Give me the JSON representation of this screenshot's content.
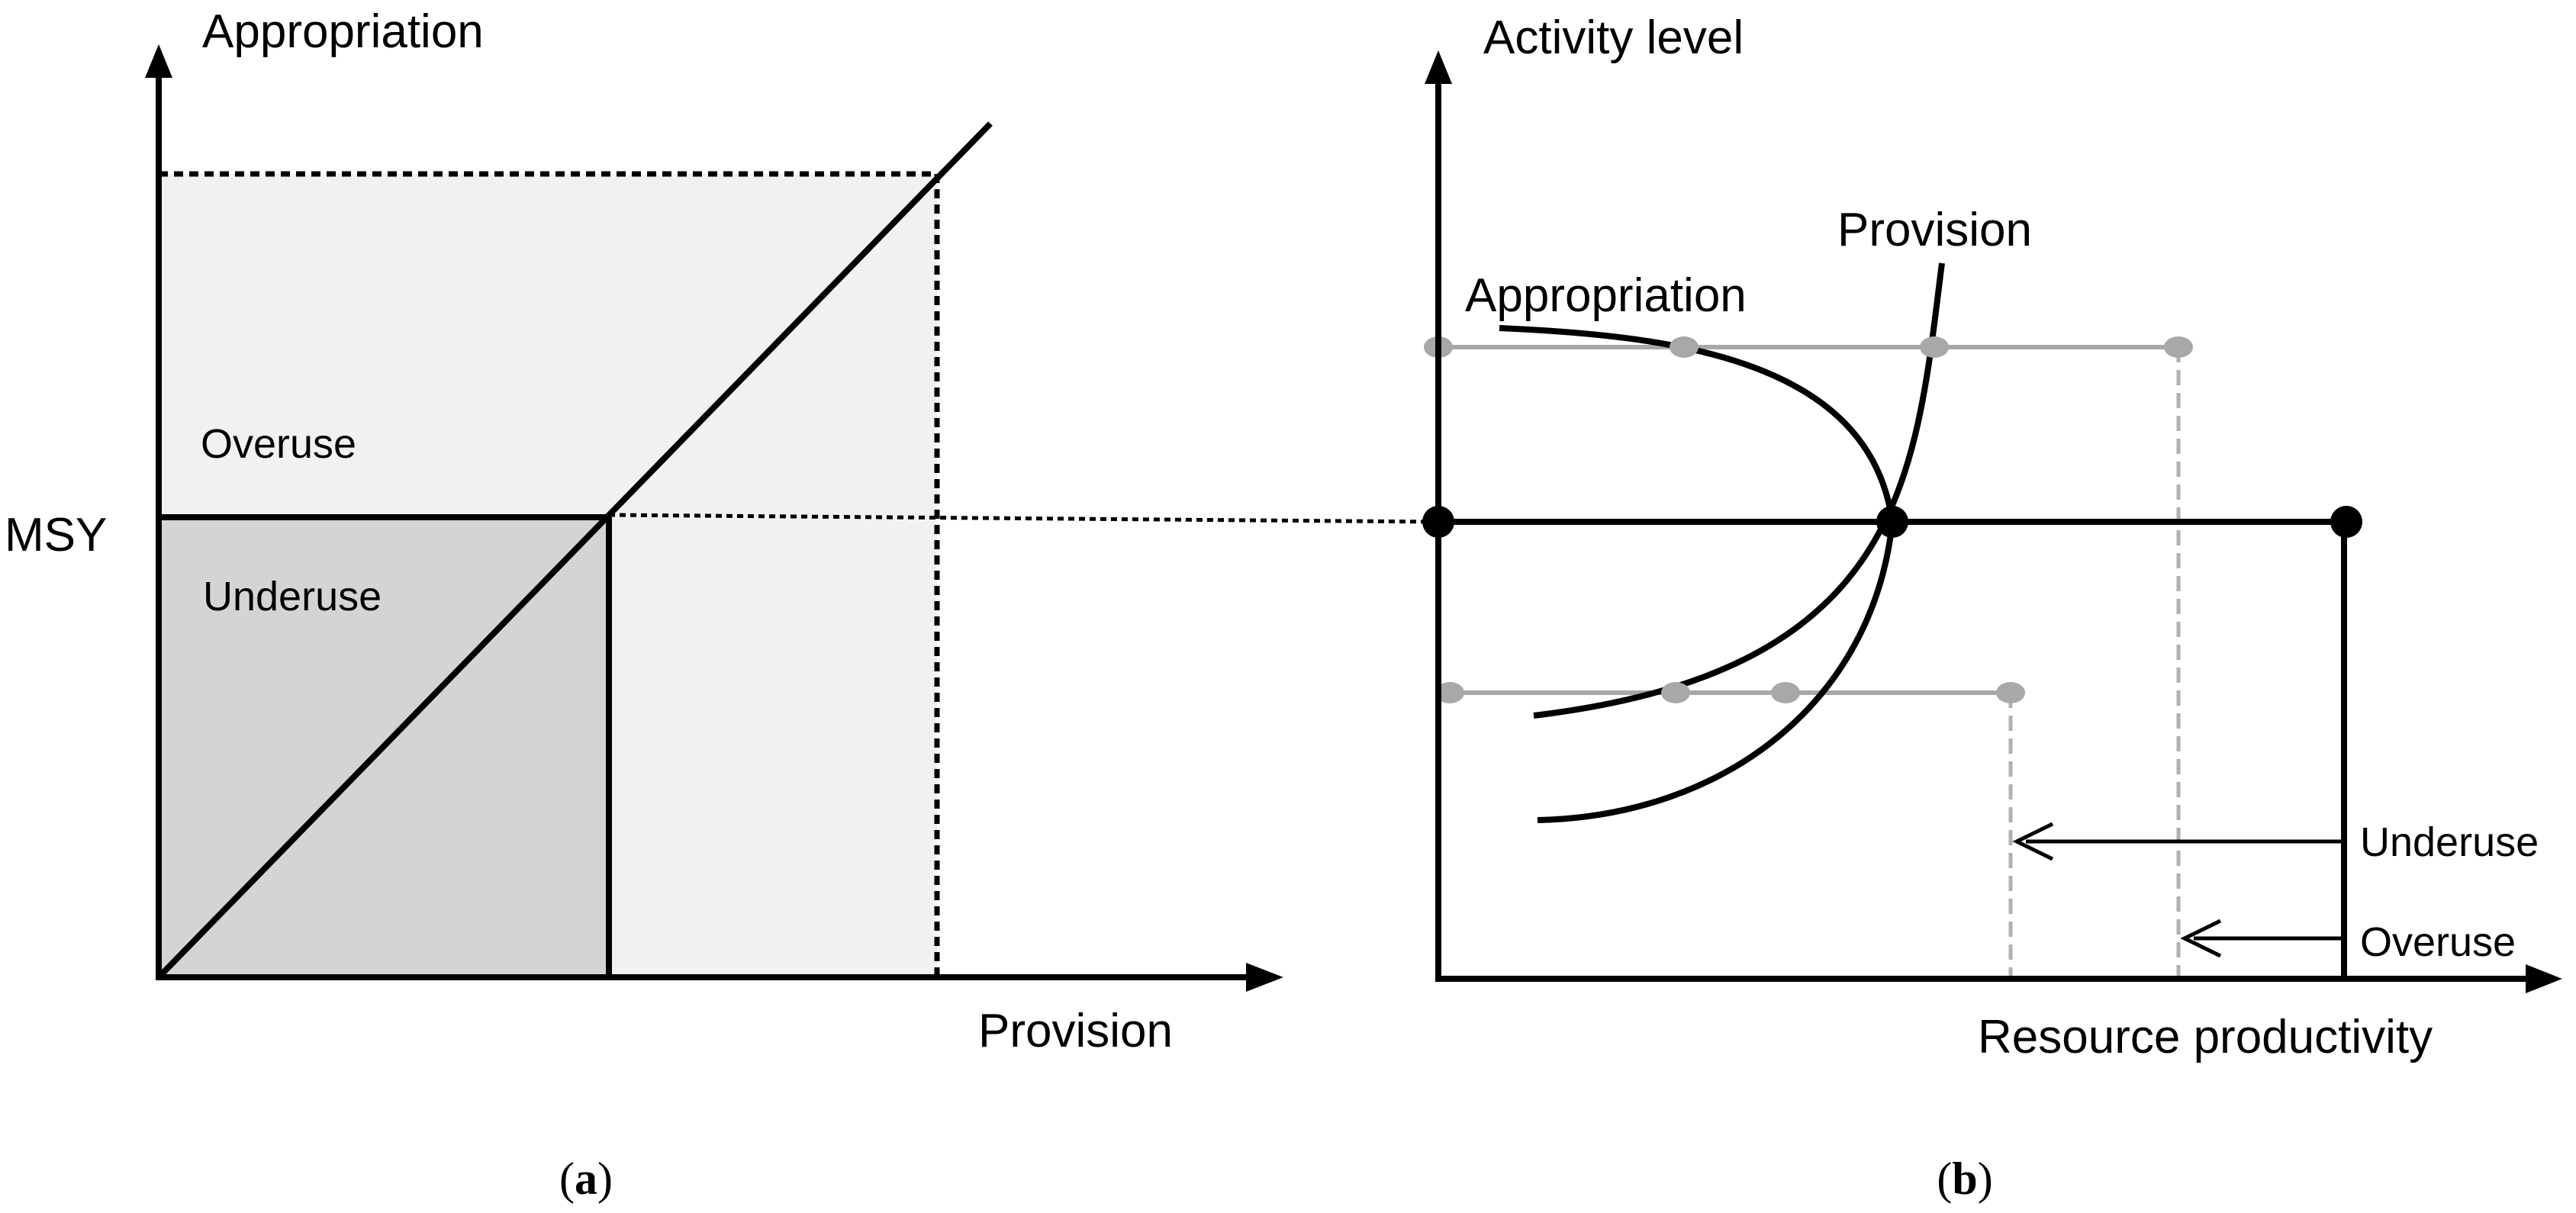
{
  "panel_a": {
    "y_axis_title": "Appropriation",
    "x_axis_title": "Provision",
    "msy_label": "MSY",
    "overuse_label": "Overuse",
    "underuse_label": "Underuse",
    "caption_open": "(",
    "caption_letter": "a",
    "caption_close": ")"
  },
  "panel_b": {
    "y_axis_title": "Activity level",
    "x_axis_title": "Resource productivity",
    "provision_curve_label": "Provision",
    "appropriation_curve_label": "Appropriation",
    "underuse_label": "Underuse",
    "overuse_label": "Overuse",
    "caption_open": "(",
    "caption_letter": "b",
    "caption_close": ")"
  },
  "colors": {
    "underuse_fill": "#d4d4d4",
    "overuse_fill": "#f1f1f1",
    "line": "#000000",
    "gray_marker": "#a8a8a8",
    "gray_dashed": "#b0b0b0"
  }
}
